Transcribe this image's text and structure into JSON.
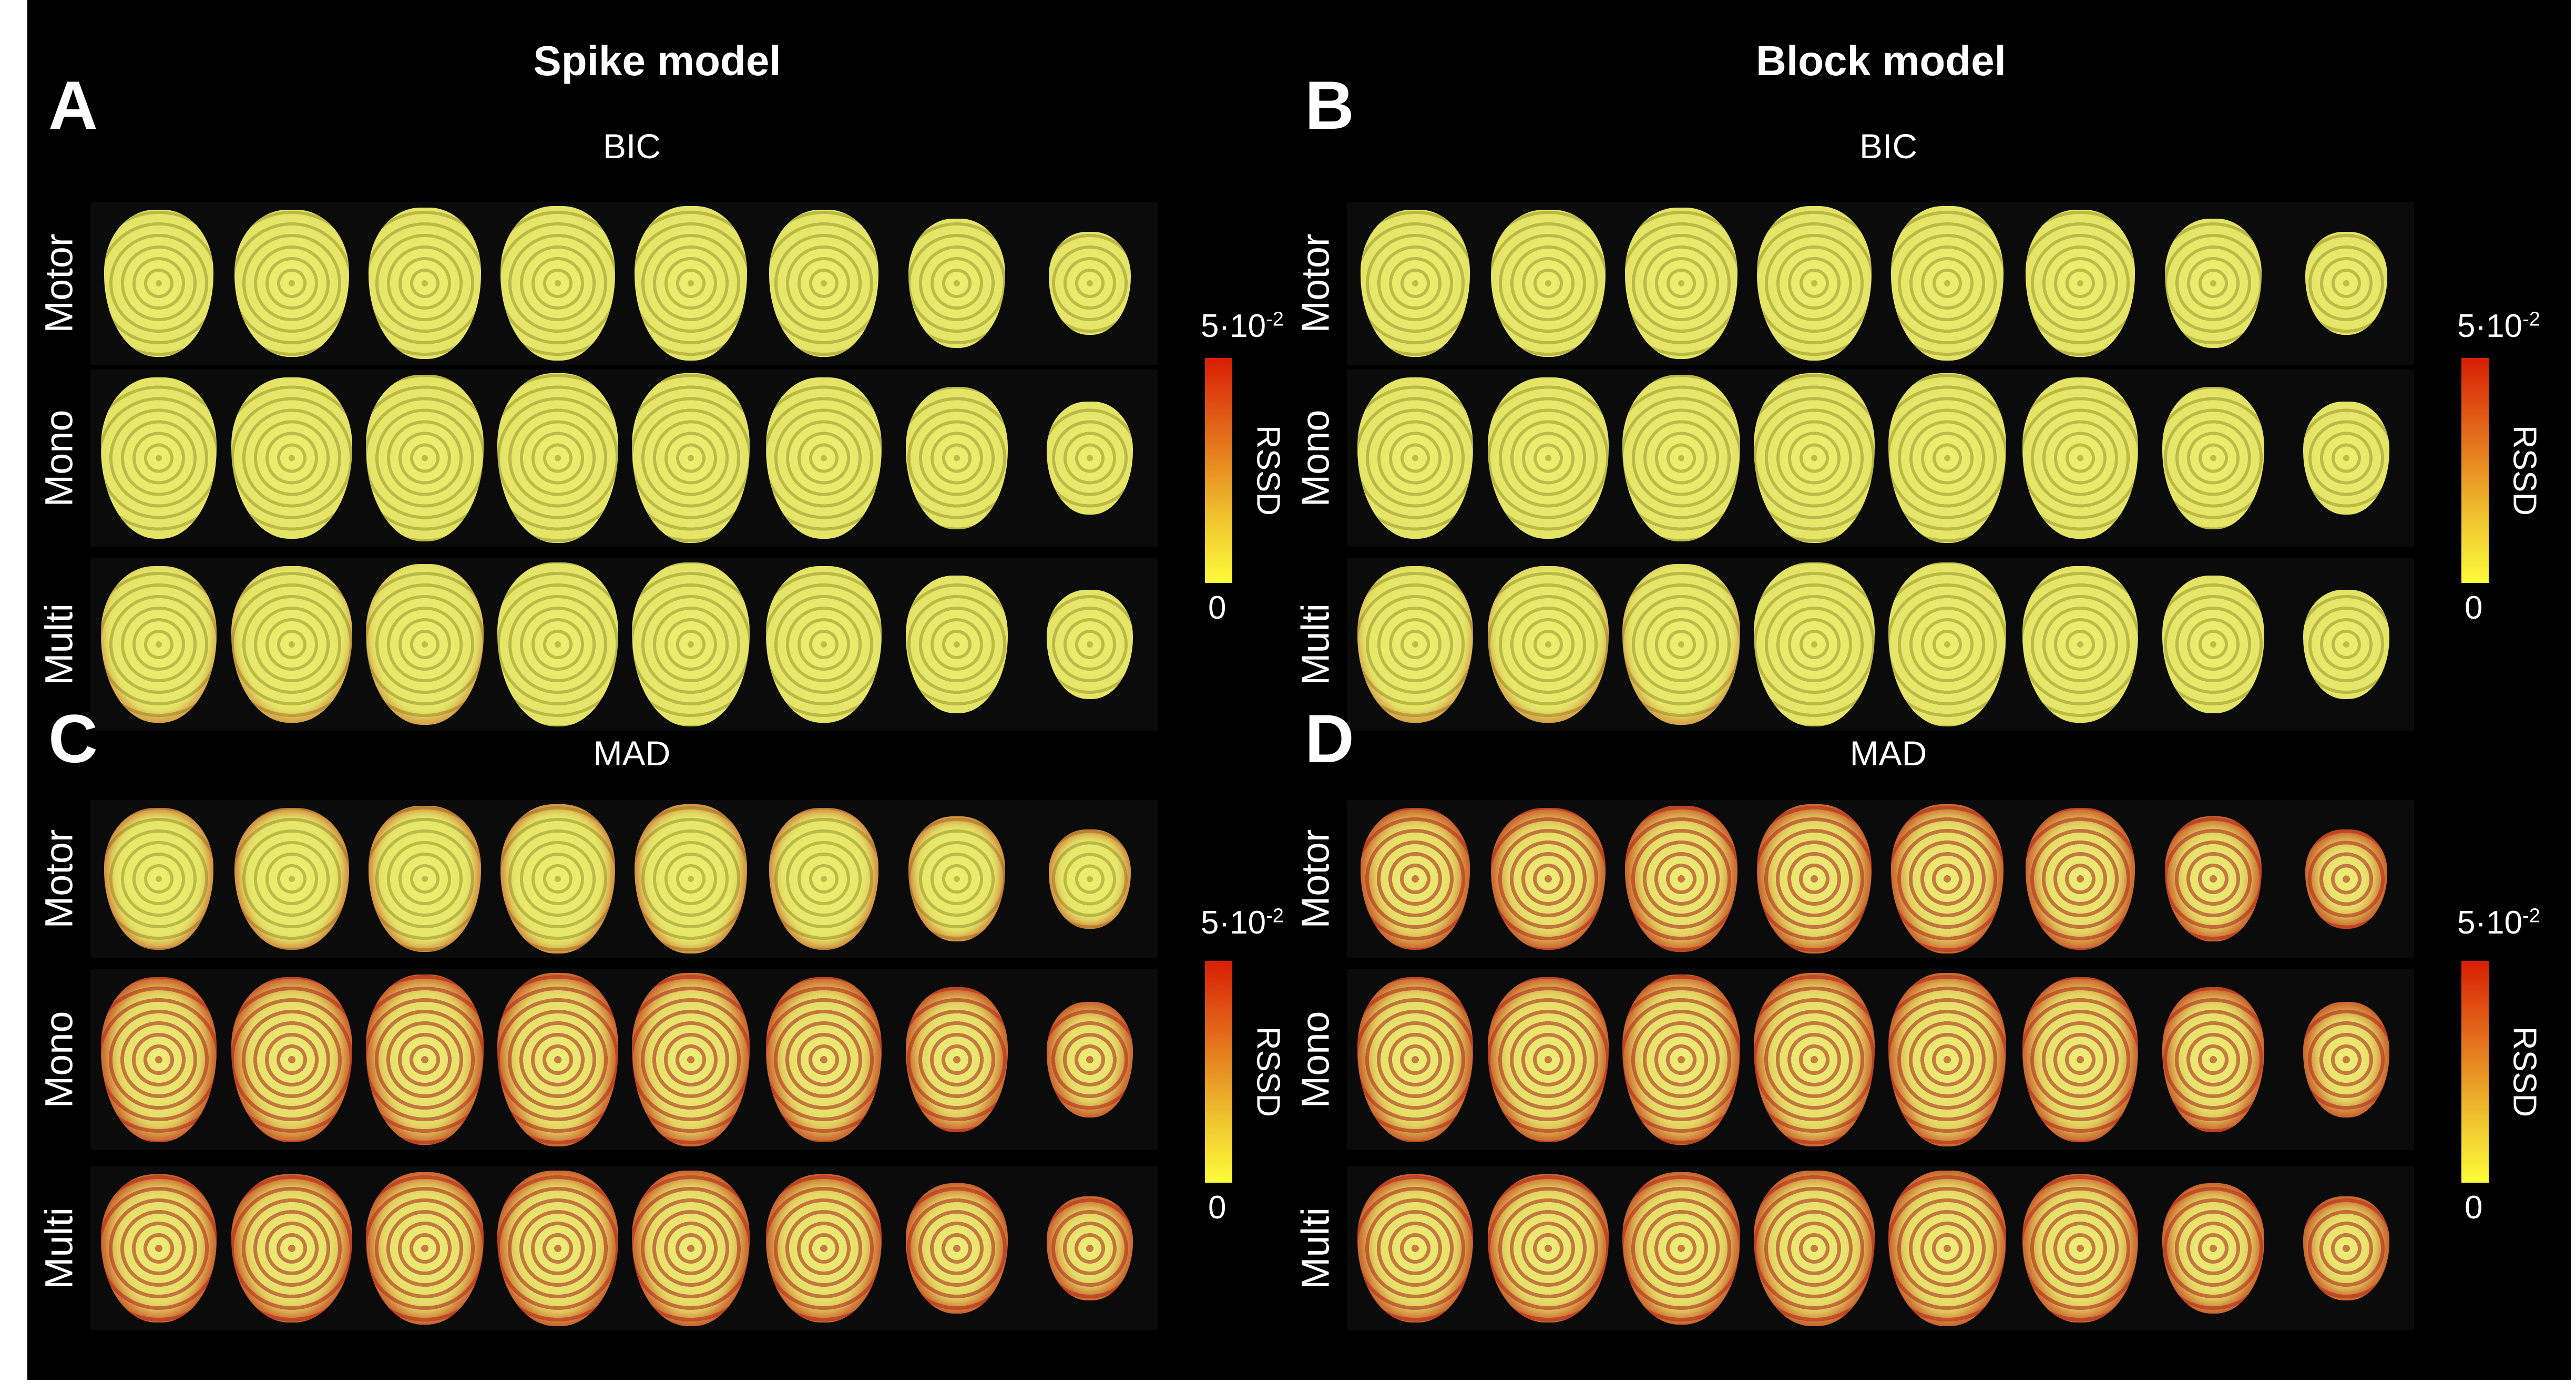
{
  "columns": [
    {
      "title": "Spike model"
    },
    {
      "title": "Block model"
    }
  ],
  "panels": [
    {
      "letter": "A",
      "criterion": "BIC",
      "rows": [
        "Motor",
        "Mono",
        "Multi"
      ]
    },
    {
      "letter": "B",
      "criterion": "BIC",
      "rows": [
        "Motor",
        "Mono",
        "Multi"
      ]
    },
    {
      "letter": "C",
      "criterion": "MAD",
      "rows": [
        "Motor",
        "Mono",
        "Multi"
      ]
    },
    {
      "letter": "D",
      "criterion": "MAD",
      "rows": [
        "Motor",
        "Mono",
        "Multi"
      ]
    }
  ],
  "slices_per_row": 8,
  "colorbar": {
    "label": "RSSD",
    "max_base": "5·10",
    "max_exp": "-2",
    "min": "0",
    "colors": [
      "#fdfb3a",
      "#efc12e",
      "#e57a1e",
      "#d81e05"
    ]
  }
}
